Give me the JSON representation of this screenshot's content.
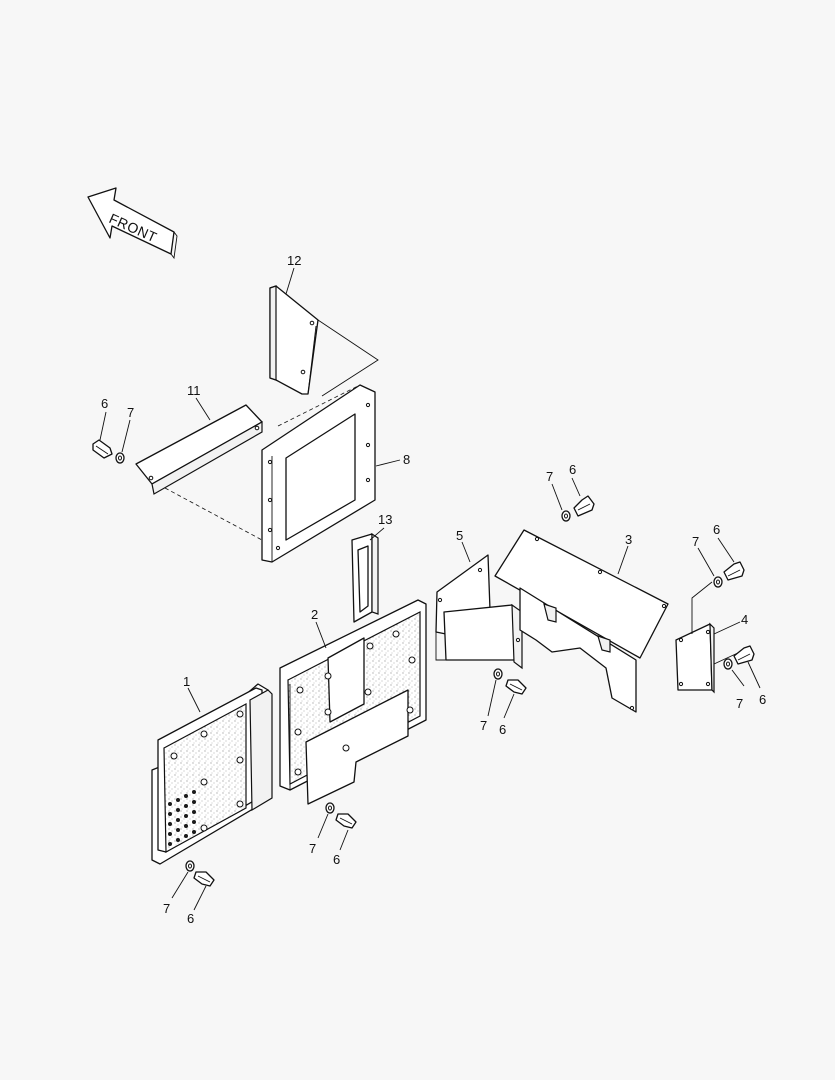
{
  "front_arrow": {
    "label": "FRONT"
  },
  "callouts": {
    "p12": "12",
    "p11": "11",
    "p8": "8",
    "p13": "13",
    "p5": "5",
    "p3": "3",
    "p4": "4",
    "p2": "2",
    "p1": "1",
    "bolt6_a": "6",
    "washer7_a": "7",
    "bolt6_b": "6",
    "washer7_b": "7",
    "bolt6_c": "6",
    "washer7_c": "7",
    "bolt6_d": "6",
    "washer7_d": "7",
    "bolt6_e": "6",
    "washer7_e": "7",
    "bolt6_f": "6",
    "washer7_f": "7",
    "bolt6_g": "6",
    "washer7_g": "7"
  }
}
